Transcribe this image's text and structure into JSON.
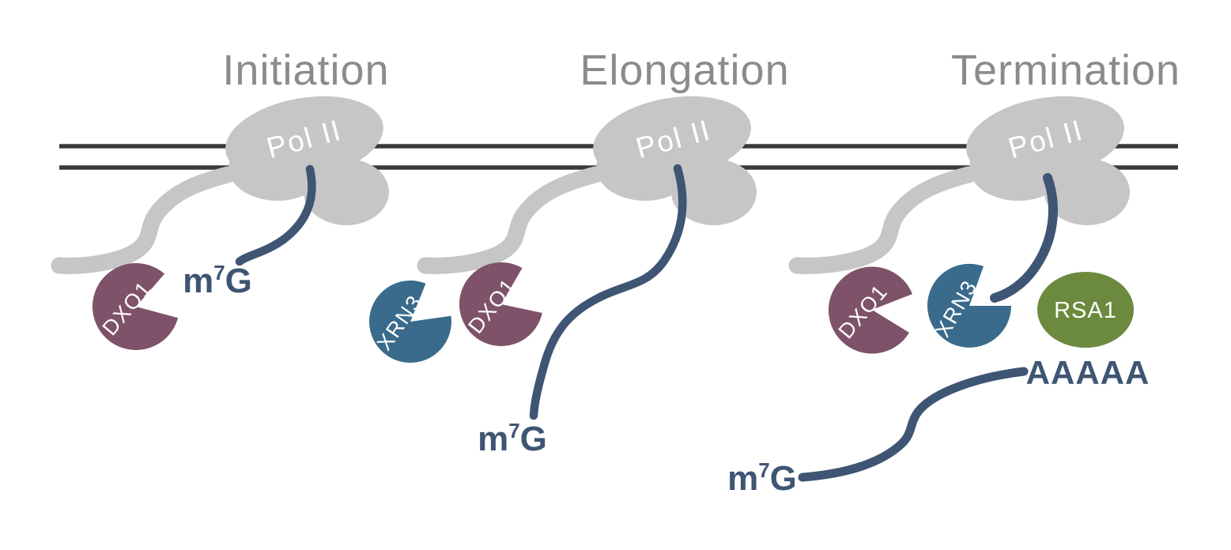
{
  "figure": {
    "stages": [
      {
        "title": "Initiation"
      },
      {
        "title": "Elongation"
      },
      {
        "title": "Termination"
      }
    ],
    "labels": {
      "polymerase": "Pol II",
      "dxo1": "DXO1",
      "xrn3": "XRN3",
      "rsa1": "RSA1",
      "cap_base": "m",
      "cap_sup": "7",
      "cap_g": "G",
      "polya": "AAAAA"
    },
    "colors": {
      "polymerase": "#c6c6c6",
      "dna": "#3a3a3a",
      "rna": "#3e5573",
      "dxo1": "#7e5268",
      "xrn3": "#3a6b8c",
      "rsa1": "#6b8a3e",
      "title": "#8b8b8b",
      "protein_label": "#ffffff"
    }
  }
}
